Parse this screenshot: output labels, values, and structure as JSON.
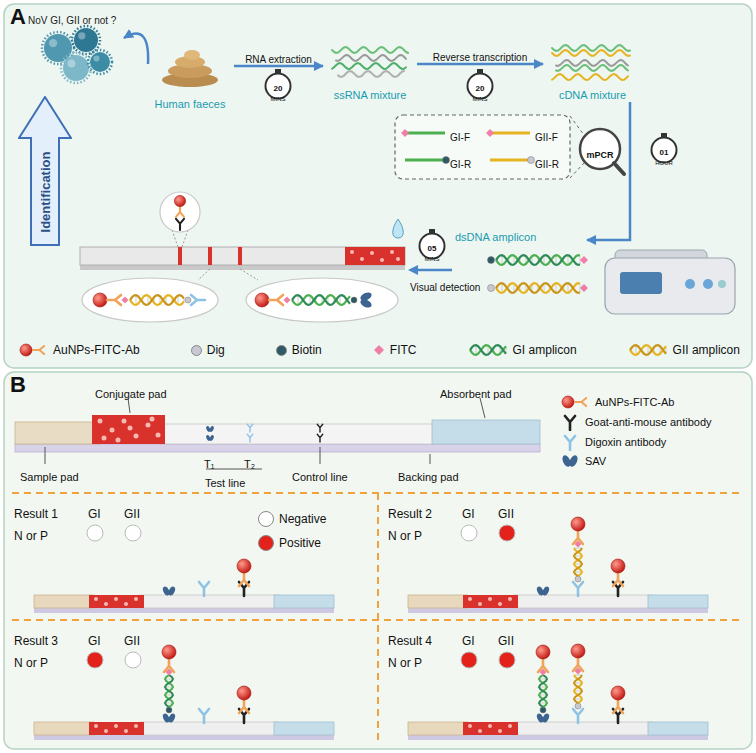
{
  "diagram": {
    "nodes": [
      {
        "text": [
          "A"
        ]
      },
      {
        "text": [
          "NoV GI, GII or not ?"
        ],
        "in": 0
      },
      {
        "text": [
          "Human faeces"
        ],
        "in": 0
      },
      {
        "text": [
          "ssRNA mixture"
        ],
        "in": 0
      },
      {
        "text": [
          "cDNA mixture"
        ],
        "in": 0
      },
      {
        "text": [
          "GI-F",
          "GII-F",
          "GI-R",
          "GII-R"
        ],
        "in": 0
      },
      {
        "text": [
          "mPCR"
        ],
        "in": 0
      },
      {
        "text": [
          "dsDNA amplicon"
        ],
        "in": 0
      },
      {
        "text": [
          "Identification"
        ],
        "in": 0
      },
      {
        "text": [
          "B"
        ]
      },
      {
        "text": [
          "Result 1",
          "GI",
          "GII",
          "N or P"
        ],
        "in": 9
      },
      {
        "text": [
          "Result 2",
          "GI",
          "GII",
          "N or P"
        ],
        "in": 9
      },
      {
        "text": [
          "Result 3",
          "GI",
          "GII",
          "N or P"
        ],
        "in": 9
      },
      {
        "text": [
          "Result 4",
          "GI",
          "GII",
          "N or P"
        ],
        "in": 9
      }
    ],
    "edges": [
      {
        "from": 2,
        "to": 1,
        "arrow": "to"
      },
      {
        "from": 2,
        "to": 3,
        "label": "RNA extraction",
        "arrow": "to"
      },
      {
        "from": 3,
        "to": 4,
        "label": "Reverse transcription",
        "arrow": "to"
      },
      {
        "from": 4,
        "to": 7,
        "arrow": "to"
      }
    ],
    "labels": [
      "20",
      "MINS",
      "20",
      "MINS",
      "01",
      "HOUR",
      "05",
      "MINS",
      "Visual detection",
      "Conjugate pad",
      "Absorbent pad",
      "Sample pad",
      "Test line",
      "T₁",
      "T₂",
      "Control line",
      "Backing pad"
    ],
    "legend": [
      {
        "text": "AuNPs-FITC-Ab"
      },
      {
        "text": "Dig",
        "color": "#c8c8d2"
      },
      {
        "text": "Biotin",
        "color": "#2d5a66"
      },
      {
        "text": "FITC"
      },
      {
        "text": "GI amplicon"
      },
      {
        "text": "GII amplicon"
      },
      {
        "text": "AuNPs-FITC-Ab"
      },
      {
        "text": "Goat-anti-mouse antibody"
      },
      {
        "text": "Digoxin antibody"
      },
      {
        "text": "SAV"
      },
      {
        "text": "Negative",
        "color": "#ffffff"
      },
      {
        "text": "Positive",
        "color": "#e3231b"
      }
    ]
  }
}
